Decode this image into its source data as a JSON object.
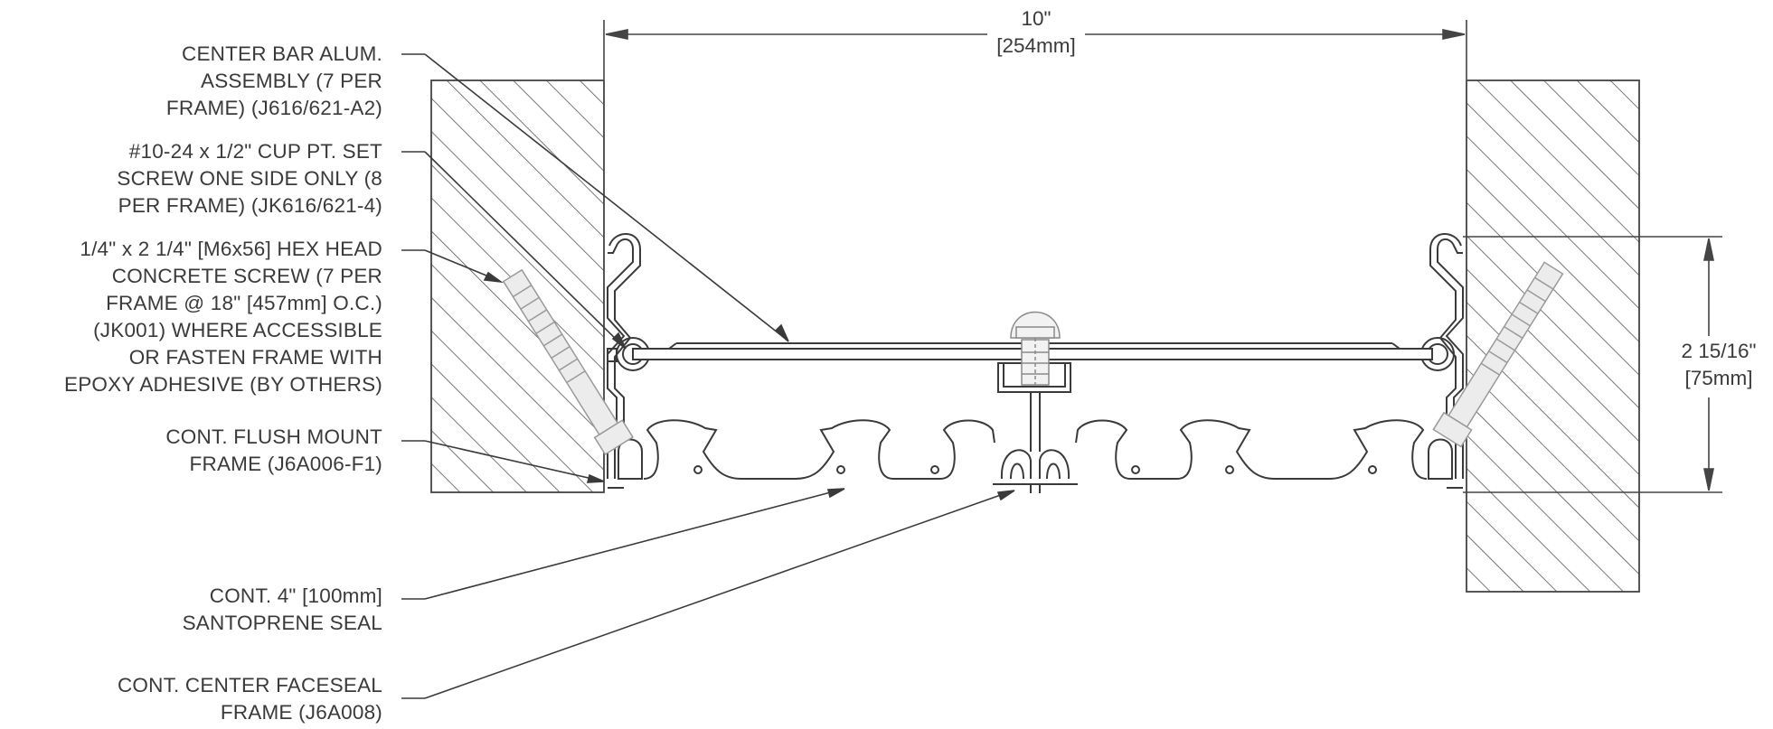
{
  "callouts": [
    {
      "id": "center-bar",
      "lines": [
        "CENTER BAR ALUM.",
        "ASSEMBLY (7 PER",
        "FRAME) (J616/621-A2)"
      ]
    },
    {
      "id": "set-screw",
      "lines": [
        "#10-24 x 1/2\" CUP PT. SET",
        "SCREW ONE SIDE ONLY (8",
        "PER FRAME) (JK616/621-4)"
      ]
    },
    {
      "id": "concrete-screw",
      "lines": [
        "1/4\" x 2 1/4\" [M6x56] HEX HEAD",
        "CONCRETE SCREW (7 PER",
        "FRAME @ 18\" [457mm] O.C.)",
        "(JK001) WHERE ACCESSIBLE",
        "OR FASTEN FRAME WITH",
        "EPOXY ADHESIVE (BY OTHERS)"
      ]
    },
    {
      "id": "flush-mount-frame",
      "lines": [
        "CONT. FLUSH MOUNT",
        "FRAME (J6A006-F1)"
      ]
    },
    {
      "id": "santoprene-seal",
      "lines": [
        "CONT. 4\" [100mm]",
        "SANTOPRENE SEAL"
      ]
    },
    {
      "id": "center-faceseal",
      "lines": [
        "CONT. CENTER FACESEAL",
        "FRAME (J6A008)"
      ]
    }
  ],
  "dimensions": {
    "width": {
      "imperial": "10\"",
      "metric": "[254mm]"
    },
    "height": {
      "imperial": "2 15/16\"",
      "metric": "[75mm]"
    }
  },
  "colors": {
    "line": "#3a3a3a",
    "hatch": "#555555",
    "text": "#3a3a3a"
  }
}
